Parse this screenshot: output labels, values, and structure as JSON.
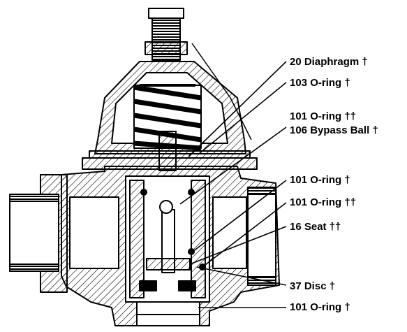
{
  "labels": {
    "diaphragm": "20 Diaphragm †",
    "oring_103": "103 O-ring †",
    "oring_101_a": "101 O-ring ††",
    "bypass_ball": "106 Bypass Ball †",
    "oring_101_b": "101 O-ring †",
    "oring_101_c": "101 O-ring ††",
    "seat": "16 Seat ††",
    "disc": "37 Disc †",
    "oring_101_d": "101 O-ring †"
  },
  "colors": {
    "ink": "#000000",
    "paper": "#ffffff"
  }
}
